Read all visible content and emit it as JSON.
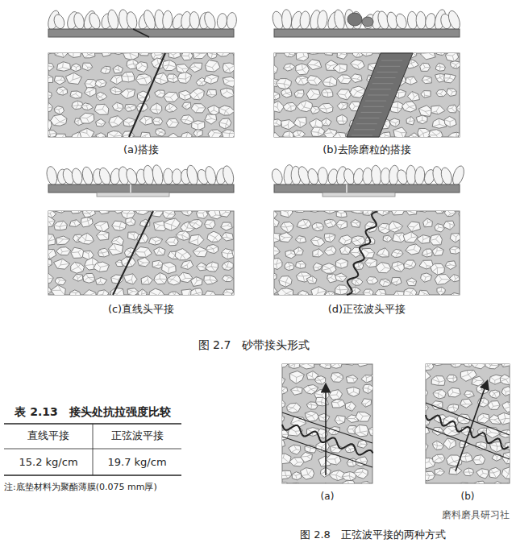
{
  "diagram": {
    "labels": [
      "(a)搭接",
      "(b)去除磨粒的搭接",
      "(c)直线头平接",
      "(d)正弦波头平接",
      "图 2.7　砂带接头形式",
      "表 2.13　接头处抗拉强度比较",
      "直线平接",
      "正弦波平接",
      "15.2 kg/cm",
      "19.7 kg/cm",
      "注:底垫材料为聚酯薄膜(0.075 mm厚)",
      "(a)",
      "(b)",
      "图 2.8　正弦波平接的两种方式",
      "磨料磨具研习社"
    ]
  }
}
